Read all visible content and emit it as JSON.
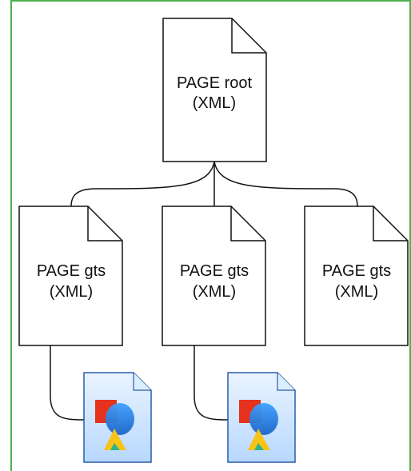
{
  "colors": {
    "frame": "#4caf50",
    "stroke": "#111111",
    "page_fill": "#ffffff",
    "icon_blue": "#2d7fd8",
    "icon_red": "#e5331d",
    "icon_yellow": "#f6c316",
    "icon_light_blue": "#cfe6ff"
  },
  "root": {
    "line1": "PAGE root",
    "line2": "(XML)"
  },
  "children": [
    {
      "line1": "PAGE gts",
      "line2": "(XML)",
      "has_image": true
    },
    {
      "line1": "PAGE gts",
      "line2": "(XML)",
      "has_image": true
    },
    {
      "line1": "PAGE gts",
      "line2": "(XML)",
      "has_image": false
    }
  ],
  "icons": {
    "image_icon": "image-file-icon"
  }
}
